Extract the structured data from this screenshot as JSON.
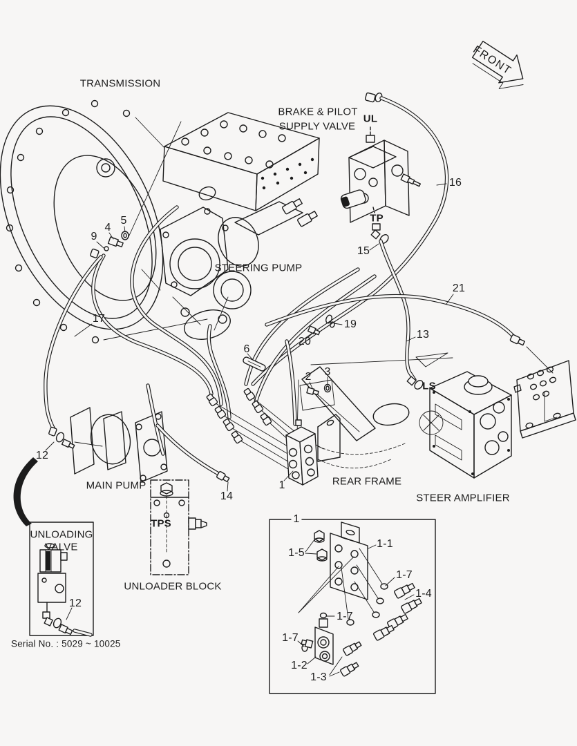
{
  "page": {
    "background": "#f7f6f5",
    "line_color": "#1c1c1c"
  },
  "labels": {
    "transmission": "TRANSMISSION",
    "brake_pilot_line1": "BRAKE & PILOT",
    "brake_pilot_line2": "SUPPLY VALVE",
    "steering_pump": "STEERING PUMP",
    "main_pump": "MAIN PUMP",
    "rear_frame": "REAR FRAME",
    "steer_amplifier": "STEER AMPLIFIER",
    "unloader_block": "UNLOADER BLOCK",
    "unloading_valve_line1": "UNLOADING",
    "unloading_valve_line2": "VALVE",
    "serial_number": "Serial No. : 5029 ~ 10025",
    "front": "FRONT",
    "port_ul": "UL",
    "port_tp": "TP",
    "port_tps": "TPS",
    "port_ls": "LS"
  },
  "callouts": {
    "c1": "1",
    "c2": "2",
    "c3": "3",
    "c4": "4",
    "c5": "5",
    "c6": "6",
    "c9": "9",
    "c12": "12",
    "c13": "13",
    "c14": "14",
    "c15": "15",
    "c16": "16",
    "c17": "17",
    "c19": "19",
    "c20": "20",
    "c21": "21"
  },
  "detail_callouts": {
    "c1": "1",
    "c1_1": "1-1",
    "c1_2": "1-2",
    "c1_3": "1-3",
    "c1_4": "1-4",
    "c1_5": "1-5",
    "c1_7": "1-7"
  }
}
